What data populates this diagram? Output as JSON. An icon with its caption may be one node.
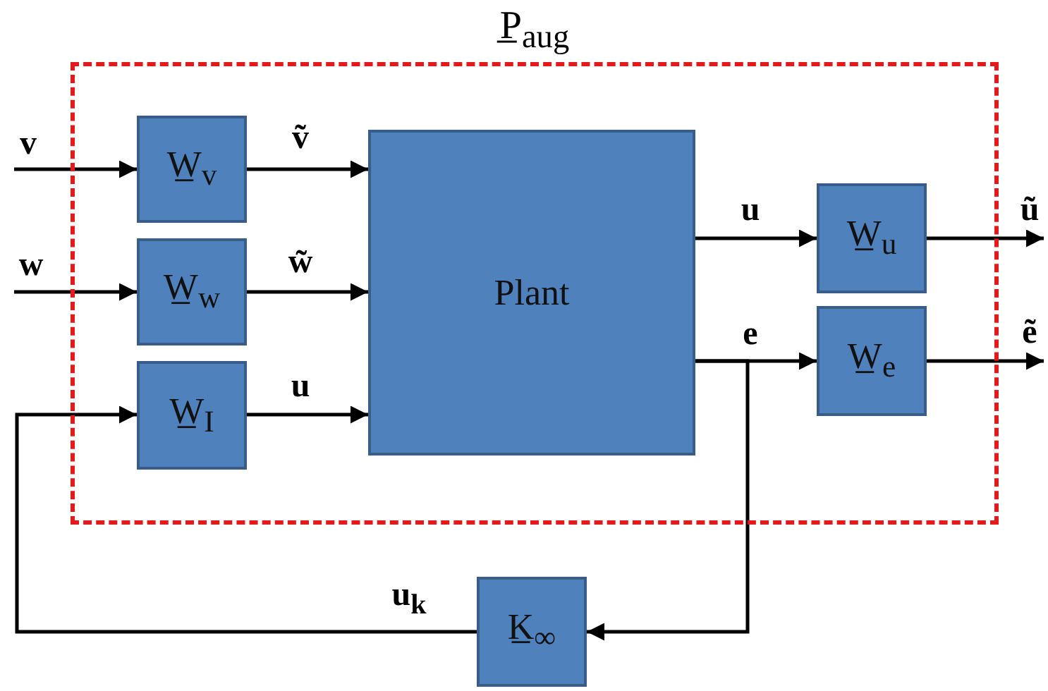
{
  "diagram": {
    "nodes": [
      {
        "text": [
          "P̲$_{aug}$"
        ]
      },
      {
        "text": [
          "W̲$_{v}$"
        ],
        "in": 0
      },
      {
        "text": [
          "W̲$_{w}$"
        ],
        "in": 0
      },
      {
        "text": [
          "W̲$_{I}$"
        ],
        "in": 0
      },
      {
        "text": [
          "Plant"
        ],
        "in": 0
      },
      {
        "text": [
          "W̲$_{u}$"
        ],
        "in": 0
      },
      {
        "text": [
          "W̲$_{e}$"
        ],
        "in": 0
      },
      {
        "text": [
          "K̲$_{∞}$"
        ]
      }
    ],
    "edges": [
      {
        "from": null,
        "to": 1,
        "arrow": "to",
        "label": "v"
      },
      {
        "from": null,
        "to": 2,
        "arrow": "to",
        "label": "w"
      },
      {
        "from": 1,
        "to": 4,
        "arrow": "to",
        "label": "ṽ"
      },
      {
        "from": 2,
        "to": 4,
        "arrow": "to",
        "label": "w̃"
      },
      {
        "from": 3,
        "to": 4,
        "arrow": "to",
        "label": "u"
      },
      {
        "from": 4,
        "to": 5,
        "arrow": "to",
        "label": "u"
      },
      {
        "from": 4,
        "to": 6,
        "arrow": "to",
        "label": "e"
      },
      {
        "from": 5,
        "to": null,
        "arrow": "to",
        "label": "ũ"
      },
      {
        "from": 6,
        "to": null,
        "arrow": "to",
        "label": "ẽ"
      },
      {
        "from": 4,
        "to": 7,
        "arrow": "to"
      },
      {
        "from": 7,
        "to": 3,
        "arrow": "to",
        "label": "u$_{k}$"
      }
    ]
  }
}
